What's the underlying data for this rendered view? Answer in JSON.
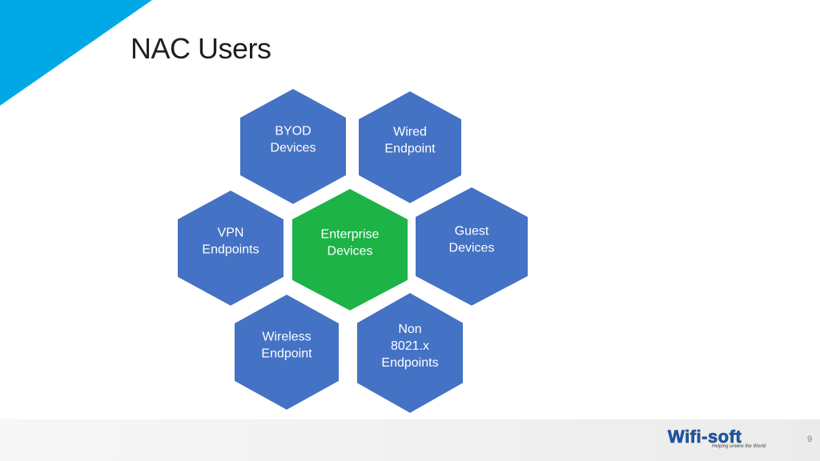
{
  "slide": {
    "title": "NAC Users",
    "page_number": "9",
    "accent_color": "#00a9e6",
    "hex_color": "#4472c4",
    "center_color": "#1db347"
  },
  "diagram": {
    "hexagons": [
      {
        "id": "byod",
        "lines": [
          "BYOD",
          "Devices"
        ],
        "highlight": false
      },
      {
        "id": "wired",
        "lines": [
          "Wired",
          "Endpoint"
        ],
        "highlight": false
      },
      {
        "id": "vpn",
        "lines": [
          "VPN",
          "Endpoints"
        ],
        "highlight": false
      },
      {
        "id": "enterprise",
        "lines": [
          "Enterprise",
          "Devices"
        ],
        "highlight": true
      },
      {
        "id": "guest",
        "lines": [
          "Guest",
          "Devices"
        ],
        "highlight": false
      },
      {
        "id": "wireless",
        "lines": [
          "Wireless",
          "Endpoint"
        ],
        "highlight": false
      },
      {
        "id": "non8021x",
        "lines": [
          "Non",
          "8021.x",
          "Endpoints"
        ],
        "highlight": false
      }
    ]
  },
  "logo": {
    "name": "Wifi-soft",
    "tagline": "Helping unwire the World"
  }
}
